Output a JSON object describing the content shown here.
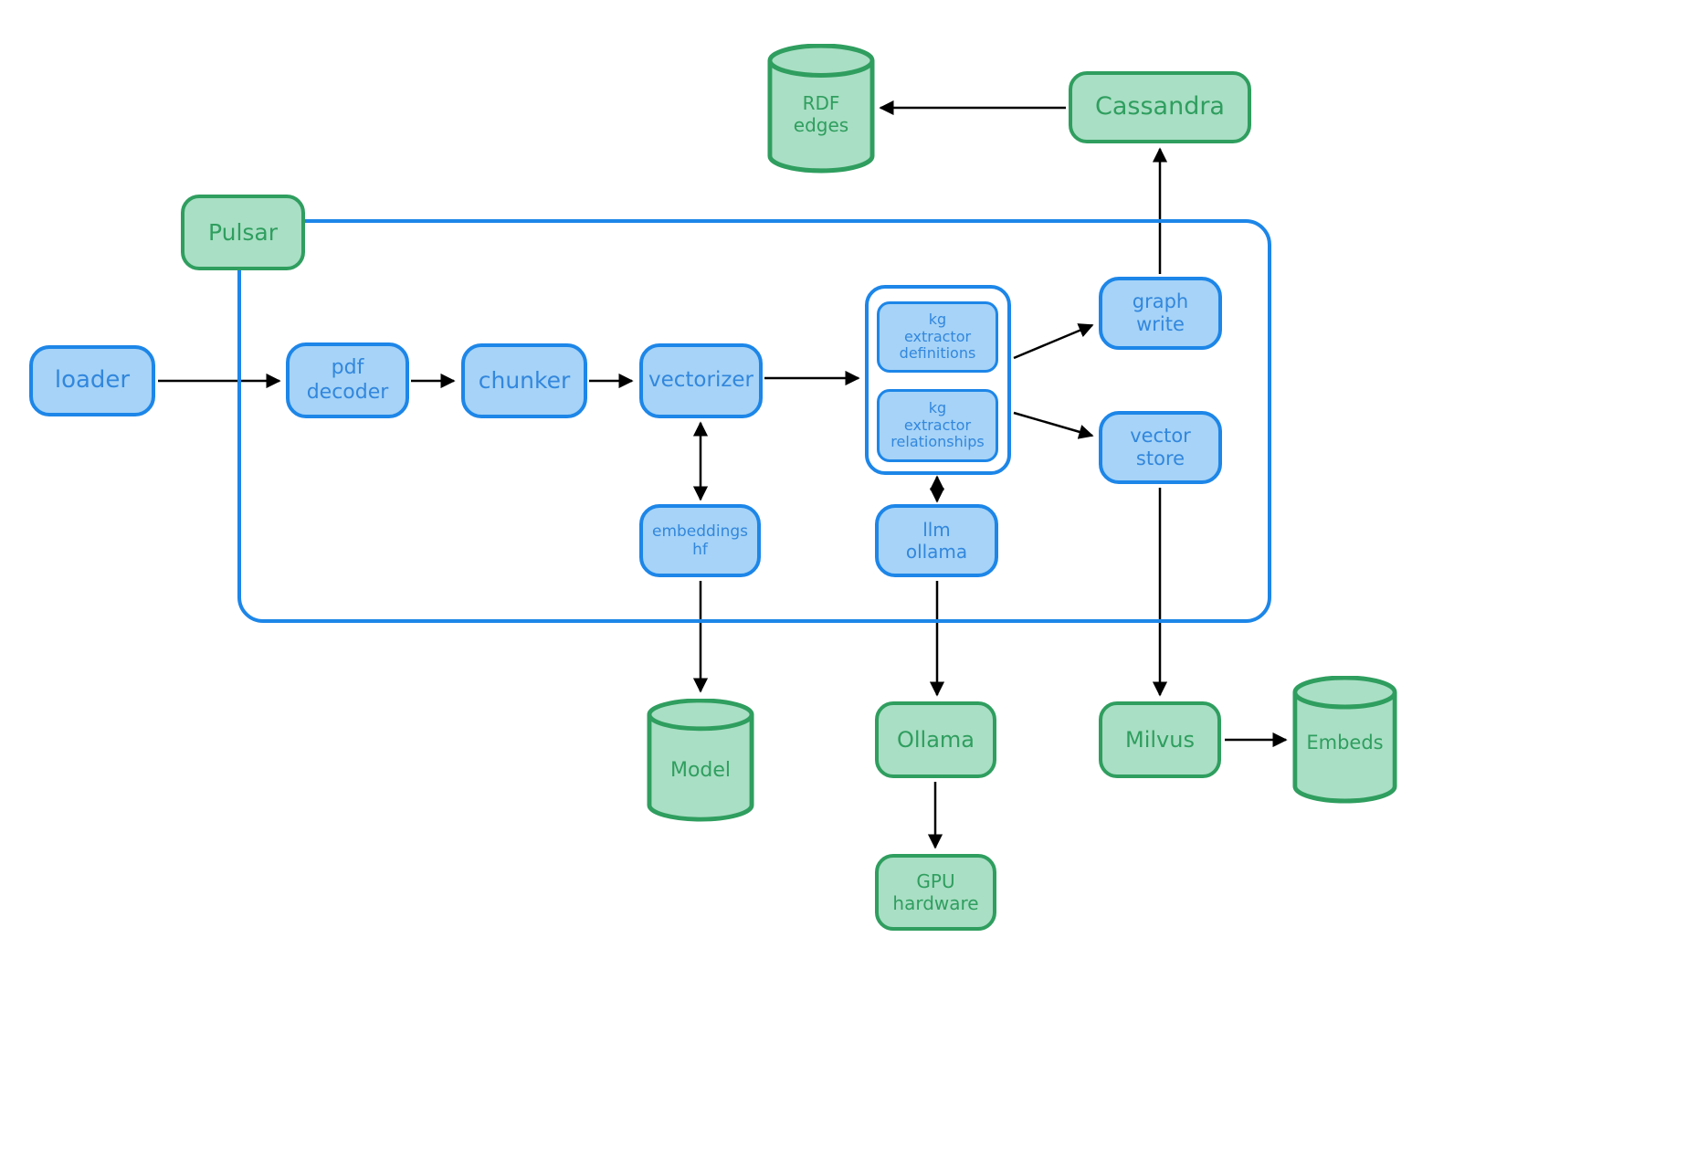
{
  "colors": {
    "blue_border": "#1d86e8",
    "blue_fill": "#a6d3f7",
    "blue_text": "#3287dd",
    "green_border": "#2f9e5f",
    "green_fill": "#a9dfc4",
    "green_text": "#2f9e5f",
    "arrow": "#000000",
    "page_bg": "#ffffff"
  },
  "nodes": {
    "pulsar": {
      "label": "Pulsar"
    },
    "loader": {
      "label": "loader"
    },
    "pdf_decoder": {
      "label": "pdf\ndecoder"
    },
    "chunker": {
      "label": "chunker"
    },
    "vectorizer": {
      "label": "vectorizer"
    },
    "kg_extractor_definitions": {
      "label": "kg\nextractor\ndefinitions"
    },
    "kg_extractor_relationships": {
      "label": "kg\nextractor\nrelationships"
    },
    "graph_write": {
      "label": "graph\nwrite"
    },
    "vector_store": {
      "label": "vector\nstore"
    },
    "embeddings_hf": {
      "label": "embeddings\nhf"
    },
    "llm_ollama": {
      "label": "llm\nollama"
    },
    "cassandra": {
      "label": "Cassandra"
    },
    "rdf_edges": {
      "label": "RDF\nedges"
    },
    "model": {
      "label": "Model"
    },
    "ollama": {
      "label": "Ollama"
    },
    "gpu_hardware": {
      "label": "GPU\nhardware"
    },
    "milvus": {
      "label": "Milvus"
    },
    "embeds": {
      "label": "Embeds"
    }
  },
  "edges": [
    {
      "from": "loader",
      "to": "pdf_decoder",
      "arrows": "end"
    },
    {
      "from": "pdf_decoder",
      "to": "chunker",
      "arrows": "end"
    },
    {
      "from": "chunker",
      "to": "vectorizer",
      "arrows": "end"
    },
    {
      "from": "vectorizer",
      "to": "kg_extractor_group",
      "arrows": "end"
    },
    {
      "from": "kg_extractor_group",
      "to": "graph_write",
      "arrows": "end"
    },
    {
      "from": "kg_extractor_group",
      "to": "vector_store",
      "arrows": "end"
    },
    {
      "from": "graph_write",
      "to": "cassandra",
      "arrows": "end"
    },
    {
      "from": "cassandra",
      "to": "rdf_edges",
      "arrows": "end"
    },
    {
      "from": "vectorizer",
      "to": "embeddings_hf",
      "arrows": "both"
    },
    {
      "from": "embeddings_hf",
      "to": "model",
      "arrows": "end"
    },
    {
      "from": "kg_extractor_group",
      "to": "llm_ollama",
      "arrows": "both"
    },
    {
      "from": "llm_ollama",
      "to": "ollama",
      "arrows": "end"
    },
    {
      "from": "ollama",
      "to": "gpu_hardware",
      "arrows": "end"
    },
    {
      "from": "vector_store",
      "to": "milvus",
      "arrows": "end"
    },
    {
      "from": "milvus",
      "to": "embeds",
      "arrows": "end"
    }
  ]
}
